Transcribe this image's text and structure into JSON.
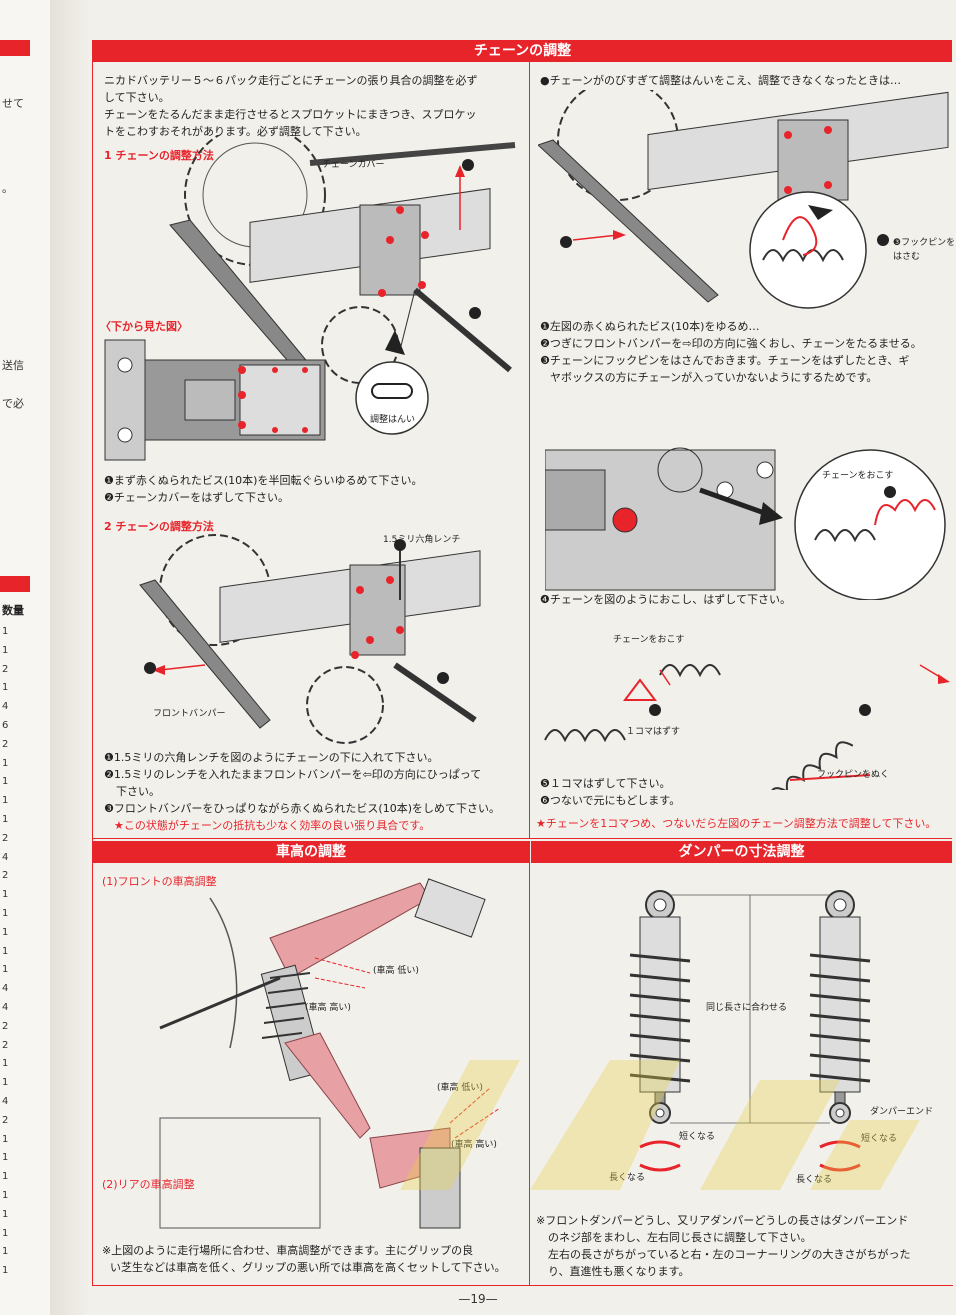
{
  "left_fragments": [
    "せて",
    "。",
    "送信",
    "で必"
  ],
  "qty_header": "数量",
  "qty_items": [
    "1",
    "1",
    "2",
    "1",
    "4",
    "6",
    "2",
    "1",
    "1",
    "1",
    "1",
    "2",
    "4",
    "2",
    "1",
    "1",
    "1",
    "1",
    "1",
    "4",
    "4",
    "2",
    "2",
    "1",
    "1",
    "4",
    "2",
    "1",
    "1",
    "1",
    "1",
    "1",
    "1",
    "1",
    "1"
  ],
  "chain": {
    "title": "チェーンの調整",
    "intro": [
      "ニカドバッテリー５～６パック走行ごとにチェーンの張り具合の調整を必ず",
      "して下さい。",
      "チェーンをたるんだまま走行させるとスプロケットにまきつき、スプロケッ",
      "トをこわすおそれがあります。必ず調整して下さい。"
    ],
    "method1": {
      "heading": "1 チェーンの調整方法",
      "label_cover": "チェーンカバー",
      "bottom_view": "〈下から見た図〉",
      "slot_label": "調整はんい",
      "steps": [
        "❶まず赤くぬられたビス(10本)を半回転ぐらいゆるめて下さい。",
        "❷チェーンカバーをはずして下さい。"
      ]
    },
    "method2": {
      "heading": "2 チェーンの調整方法",
      "label_wrench": "1.5ミリ六角レンチ",
      "label_bumper": "フロントバンパー",
      "steps": [
        "❶1.5ミリの六角レンチを図のようにチェーンの下に入れて下さい。",
        "❷1.5ミリのレンチを入れたままフロントバンパーを⇦印の方向にひっぱって",
        "下さい。",
        "❸フロントバンパーをひっぱりながら赤くぬられたビス(10本)をしめて下さい。"
      ],
      "note": "★この状態がチェーンの抵抗も少なく効率の良い張り具合です。"
    },
    "right": {
      "lead": "●チェーンがのびすぎて調整はんいをこえ、調整できなくなったときは…",
      "label_pin": "❸フックピンを",
      "label_pin2": "はさむ",
      "steps": [
        "❶左図の赤くぬられたビス(10本)をゆるめ…",
        "❷つぎにフロントバンパーを⇨印の方向に強くおし、チェーンをたるませる。",
        "❸チェーンにフックピンをはさんでおきます。チェーンをはずしたとき、ギ",
        "ヤボックスの方にチェーンが入っていかないようにするためです。"
      ],
      "label_raise": "チェーンをおこす",
      "step4": "❹チェーンを図のようにおこし、はずして下さい。",
      "label_raise2": "チェーンをおこす",
      "label_one": "１コマはずす",
      "label_pull": "フックピンをぬく",
      "steps2": [
        "❺１コマはずして下さい。",
        "❻つないで元にもどします。"
      ],
      "note": "★チェーンを1コマつめ、つないだら左図のチェーン調整方法で調整して下さい。"
    }
  },
  "height": {
    "title": "車高の調整",
    "front": "(1)フロントの車高調整",
    "rear": "(2)リアの車高調整",
    "low": "(車高 低い)",
    "high": "(車高 高い)",
    "note": [
      "※上図のように走行場所に合わせ、車高調整ができます。主にグリップの良",
      "い芝生などは車高を低く、グリップの悪い所では車高を高くセットして下さい。"
    ]
  },
  "damper": {
    "title": "ダンパーの寸法調整",
    "same_length": "同じ長さに合わせる",
    "end": "ダンパーエンド",
    "shorter": "短くなる",
    "longer": "長くなる",
    "note": [
      "※フロントダンパーどうし、又リアダンパーどうしの長さはダンパーエンド",
      "のネジ部をまわし、左右同じ長さに調整して下さい。",
      "左右の長さがちがっていると右・左のコーナーリングの大きさがちがった",
      "り、直進性も悪くなります。"
    ]
  },
  "page": "—19—",
  "colors": {
    "accent": "#e8242b",
    "pink": "#e7a0a3"
  }
}
